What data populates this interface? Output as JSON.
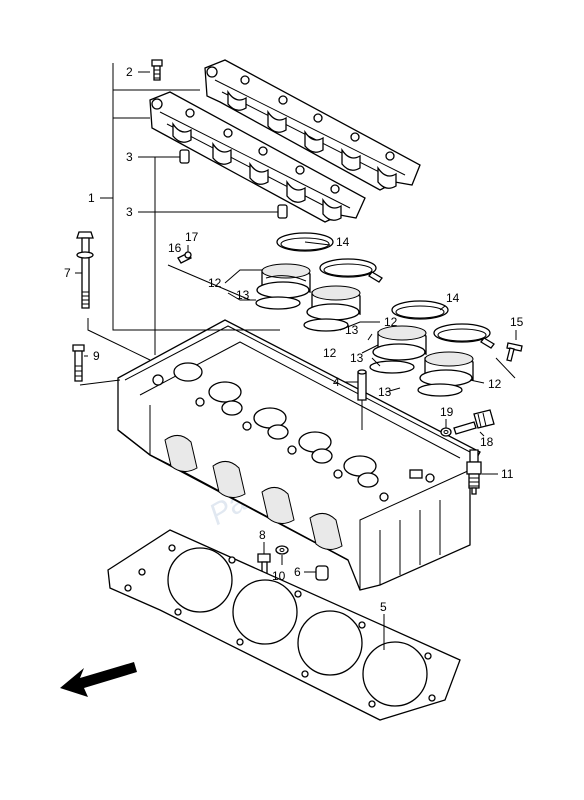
{
  "diagram": {
    "watermark": "Partsrepublik",
    "callouts": [
      {
        "id": "c2",
        "text": "2"
      },
      {
        "id": "c1",
        "text": "1"
      },
      {
        "id": "c3a",
        "text": "3"
      },
      {
        "id": "c3b",
        "text": "3"
      },
      {
        "id": "c7",
        "text": "7"
      },
      {
        "id": "c9",
        "text": "9"
      },
      {
        "id": "c16",
        "text": "16"
      },
      {
        "id": "c17",
        "text": "17"
      },
      {
        "id": "c14a",
        "text": "14"
      },
      {
        "id": "c14b",
        "text": "14"
      },
      {
        "id": "c12a",
        "text": "12"
      },
      {
        "id": "c13a",
        "text": "13"
      },
      {
        "id": "c13b",
        "text": "13"
      },
      {
        "id": "c12b",
        "text": "12"
      },
      {
        "id": "c12c",
        "text": "12"
      },
      {
        "id": "c13c",
        "text": "13"
      },
      {
        "id": "c13d",
        "text": "13"
      },
      {
        "id": "c12d",
        "text": "12"
      },
      {
        "id": "c15",
        "text": "15"
      },
      {
        "id": "c4",
        "text": "4"
      },
      {
        "id": "c19",
        "text": "19"
      },
      {
        "id": "c18",
        "text": "18"
      },
      {
        "id": "c11",
        "text": "11"
      },
      {
        "id": "c8",
        "text": "8"
      },
      {
        "id": "c10",
        "text": "10"
      },
      {
        "id": "c6",
        "text": "6"
      },
      {
        "id": "c5",
        "text": "5"
      }
    ]
  }
}
